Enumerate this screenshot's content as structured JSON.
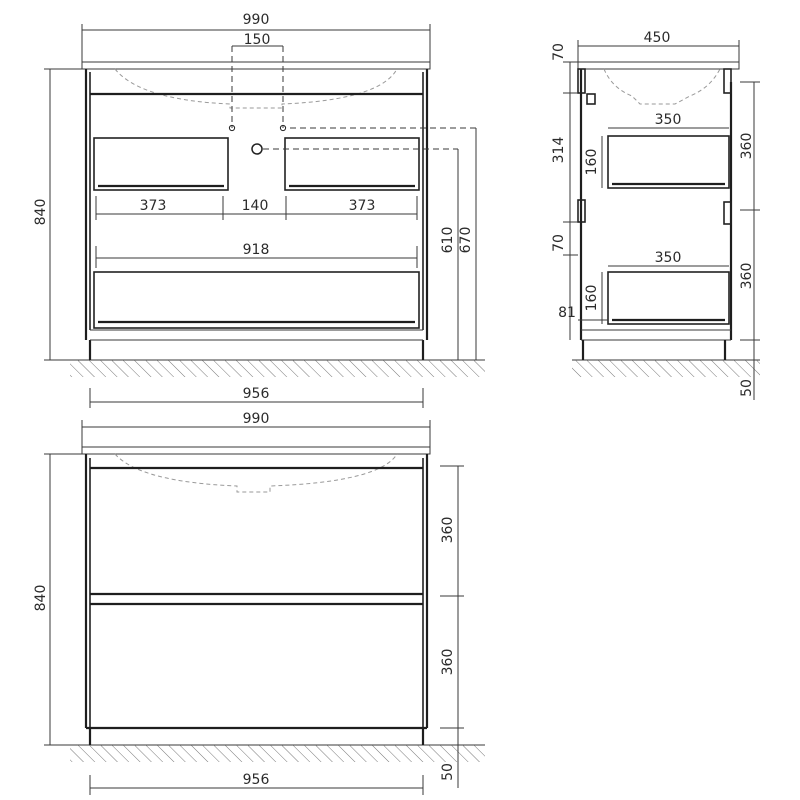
{
  "front_view": {
    "width_top": "990",
    "drain_spacing": "150",
    "drawer_width_left": "373",
    "drawer_gap": "140",
    "drawer_width_right": "373",
    "inner_width": "918",
    "base_width": "956",
    "height_total": "840",
    "height_610": "610",
    "height_670": "670"
  },
  "side_view": {
    "depth": "450",
    "top_thickness": "70",
    "upper_section": "314",
    "middle_gap": "70",
    "upper_drawer_depth": "350",
    "upper_drawer_height": "160",
    "upper_front": "360",
    "lower_drawer_depth": "350",
    "lower_drawer_height": "160",
    "lower_front": "360",
    "bottom_offset": "81",
    "leg_height": "50"
  },
  "front_closed": {
    "width_top": "990",
    "height_total": "840",
    "upper_front": "360",
    "lower_front": "360",
    "base_width": "956",
    "leg_height": "50"
  }
}
